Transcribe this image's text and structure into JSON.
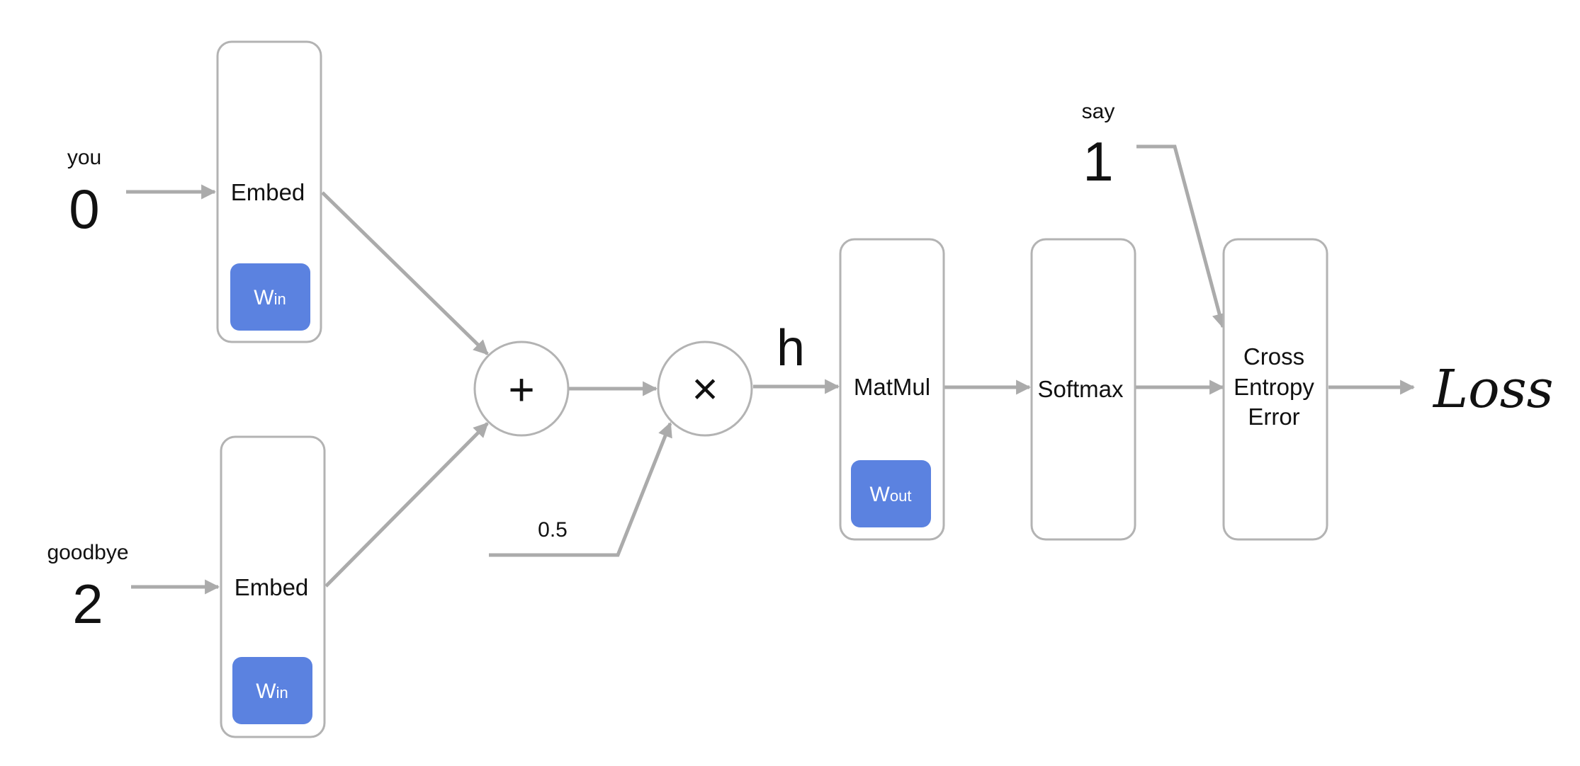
{
  "inputs": {
    "context1": {
      "word": "you",
      "id": "0"
    },
    "context2": {
      "word": "goodbye",
      "id": "2"
    },
    "target": {
      "word": "say",
      "id": "1"
    }
  },
  "layers": {
    "embed1": {
      "label": "Embed",
      "weight_main": "W",
      "weight_sub": "in"
    },
    "embed2": {
      "label": "Embed",
      "weight_main": "W",
      "weight_sub": "in"
    },
    "matmul": {
      "label": "MatMul",
      "weight_main": "W",
      "weight_sub": "out"
    },
    "softmax": {
      "label": "Softmax"
    },
    "cross_entropy": {
      "line1": "Cross",
      "line2": "Entropy",
      "line3": "Error"
    }
  },
  "ops": {
    "add": "+",
    "multiply": "×",
    "scale": "0.5"
  },
  "hidden_label": "h",
  "output_label": "Loss",
  "colors": {
    "weight_fill": "#5b82e0",
    "edge": "#ababab",
    "border": "#b3b3b3"
  }
}
